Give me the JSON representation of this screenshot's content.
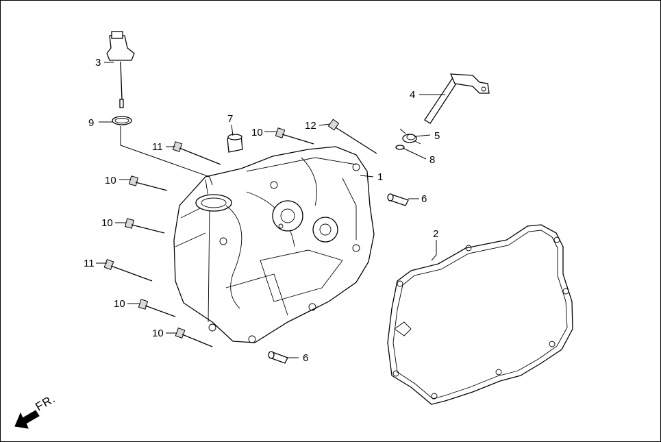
{
  "diagram": {
    "callouts": [
      {
        "id": "callout-3",
        "text": "3"
      },
      {
        "id": "callout-9",
        "text": "9"
      },
      {
        "id": "callout-7",
        "text": "7"
      },
      {
        "id": "callout-10-top",
        "text": "10"
      },
      {
        "id": "callout-12",
        "text": "12"
      },
      {
        "id": "callout-11-top",
        "text": "11"
      },
      {
        "id": "callout-10-a",
        "text": "10"
      },
      {
        "id": "callout-10-b",
        "text": "10"
      },
      {
        "id": "callout-11-mid",
        "text": "11"
      },
      {
        "id": "callout-10-c",
        "text": "10"
      },
      {
        "id": "callout-10-d",
        "text": "10"
      },
      {
        "id": "callout-4",
        "text": "4"
      },
      {
        "id": "callout-5",
        "text": "5"
      },
      {
        "id": "callout-8",
        "text": "8"
      },
      {
        "id": "callout-1",
        "text": "1"
      },
      {
        "id": "callout-6-top",
        "text": "6"
      },
      {
        "id": "callout-2",
        "text": "2"
      },
      {
        "id": "callout-6-bottom",
        "text": "6"
      }
    ],
    "direction_label": "FR."
  }
}
